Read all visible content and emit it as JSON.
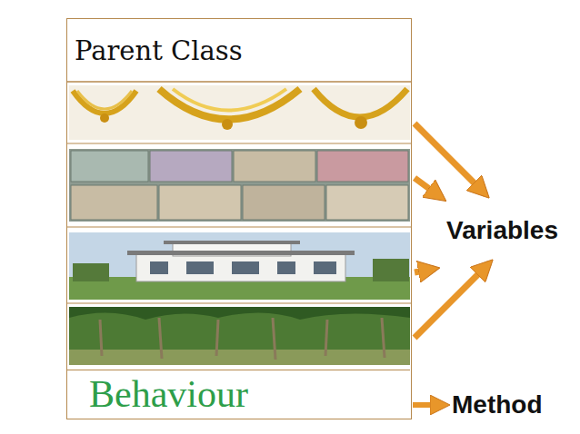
{
  "diagram": {
    "nodes": [
      {
        "text": [
          "Parent Class"
        ]
      },
      {
        "text": [
          "Behaviour"
        ],
        "in": 0
      },
      {
        "text": [
          "Variables"
        ]
      },
      {
        "text": [
          "Method"
        ]
      }
    ],
    "edges": [
      {
        "from": 1,
        "to": 3,
        "arrow": "to"
      }
    ]
  }
}
